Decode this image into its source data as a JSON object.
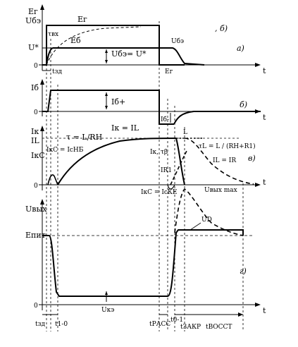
{
  "axes": {
    "t_label": "t",
    "zero_label": "0"
  },
  "panel_a": {
    "tag": "а)",
    "tag_b": ", б)",
    "y_label_top": "Eг",
    "y_label_bottom": "Uбэ",
    "curve_EG": "Eг",
    "curve_EB": "Eб",
    "tau_in": "τвх",
    "U_star": "U*",
    "U_BE": "Uбэ",
    "U_BE_eq": "Uбэ= U*",
    "E_G_neg": "Eг",
    "t_delay": "tзд"
  },
  "panel_b": {
    "tag": "б)",
    "y_label": "Iб",
    "I_B_plus": "Iб+",
    "I_B_minus": "Iб-"
  },
  "panel_c": {
    "tag": "в)",
    "y_label_1": "Iк",
    "y_label_2": "IL",
    "y_label_3": "IкC",
    "IK_C_eq": "IкC = IсНБ",
    "tau_eq": "τ = L/RН",
    "IK_eq_IL": "Iк = IL",
    "IK_tau": "Iк, τβ",
    "L": "L",
    "tau_L_eq": "τL = L / (RН+R1)",
    "IL_eq_IR": "IL = IR",
    "I_R1": "IR1",
    "IK_C_KE": "IкC = IсКЕ"
  },
  "panel_d": {
    "tag": "г)",
    "y_label": "Uвых",
    "E_pit": "Eпит",
    "U_out_max": "Uвых max",
    "U_D": "UD",
    "U_KE": "Uкэ"
  },
  "time_marks": {
    "t_zd": "tзд",
    "t_1_0": "t1-0",
    "t_rass": "tРАСС",
    "t_0_1": "t0-1",
    "t_zakr": "tЗАКР",
    "t_vosst": "tВОССТ"
  }
}
